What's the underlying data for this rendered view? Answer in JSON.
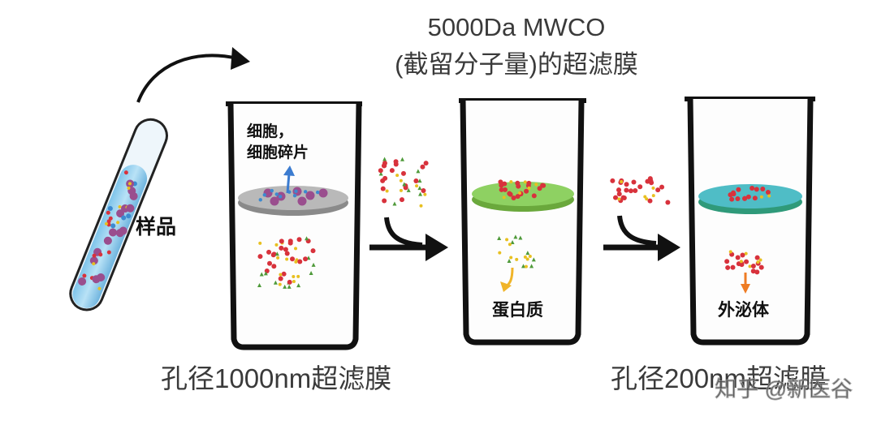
{
  "top_label": {
    "line1": "5000Da MWCO",
    "line2": "(截留分子量)的超滤膜"
  },
  "sample_label": "样品",
  "cell_label": {
    "line1": "细胞，",
    "line2": "细胞碎片"
  },
  "protein_label": "蛋白质",
  "exosome_label": "外泌体",
  "bottom_left_label": "孔径1000nm超滤膜",
  "bottom_right_label": "孔径200nm超滤膜",
  "watermark": "知乎 @新医谷",
  "colors": {
    "filter1": "#b9b9b9",
    "filter2": "#8ed162",
    "filter3": "#4fbdc6",
    "dot_red": "#d8323c",
    "dot_green": "#4f9a3a",
    "dot_yellow": "#e8c020",
    "dot_purple": "#9a4e8e",
    "dot_blue": "#3c8ad0",
    "arrow_blue": "#3c7cd0",
    "arrow_yellow": "#f0b428",
    "arrow_orange": "#ee7c24"
  }
}
